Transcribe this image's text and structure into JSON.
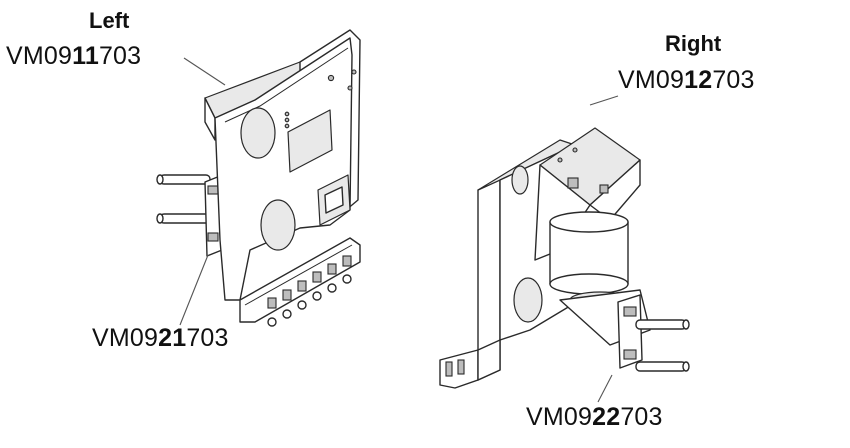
{
  "left": {
    "heading": "Left",
    "top_part": {
      "prefix": "VM09",
      "bold": "11",
      "suffix": "703"
    },
    "bottom_part": {
      "prefix": "VM09",
      "bold": "21",
      "suffix": "703"
    }
  },
  "right": {
    "heading": "Right",
    "top_part": {
      "prefix": "VM09",
      "bold": "12",
      "suffix": "703"
    },
    "bottom_part": {
      "prefix": "VM09",
      "bold": "22",
      "suffix": "703"
    }
  }
}
